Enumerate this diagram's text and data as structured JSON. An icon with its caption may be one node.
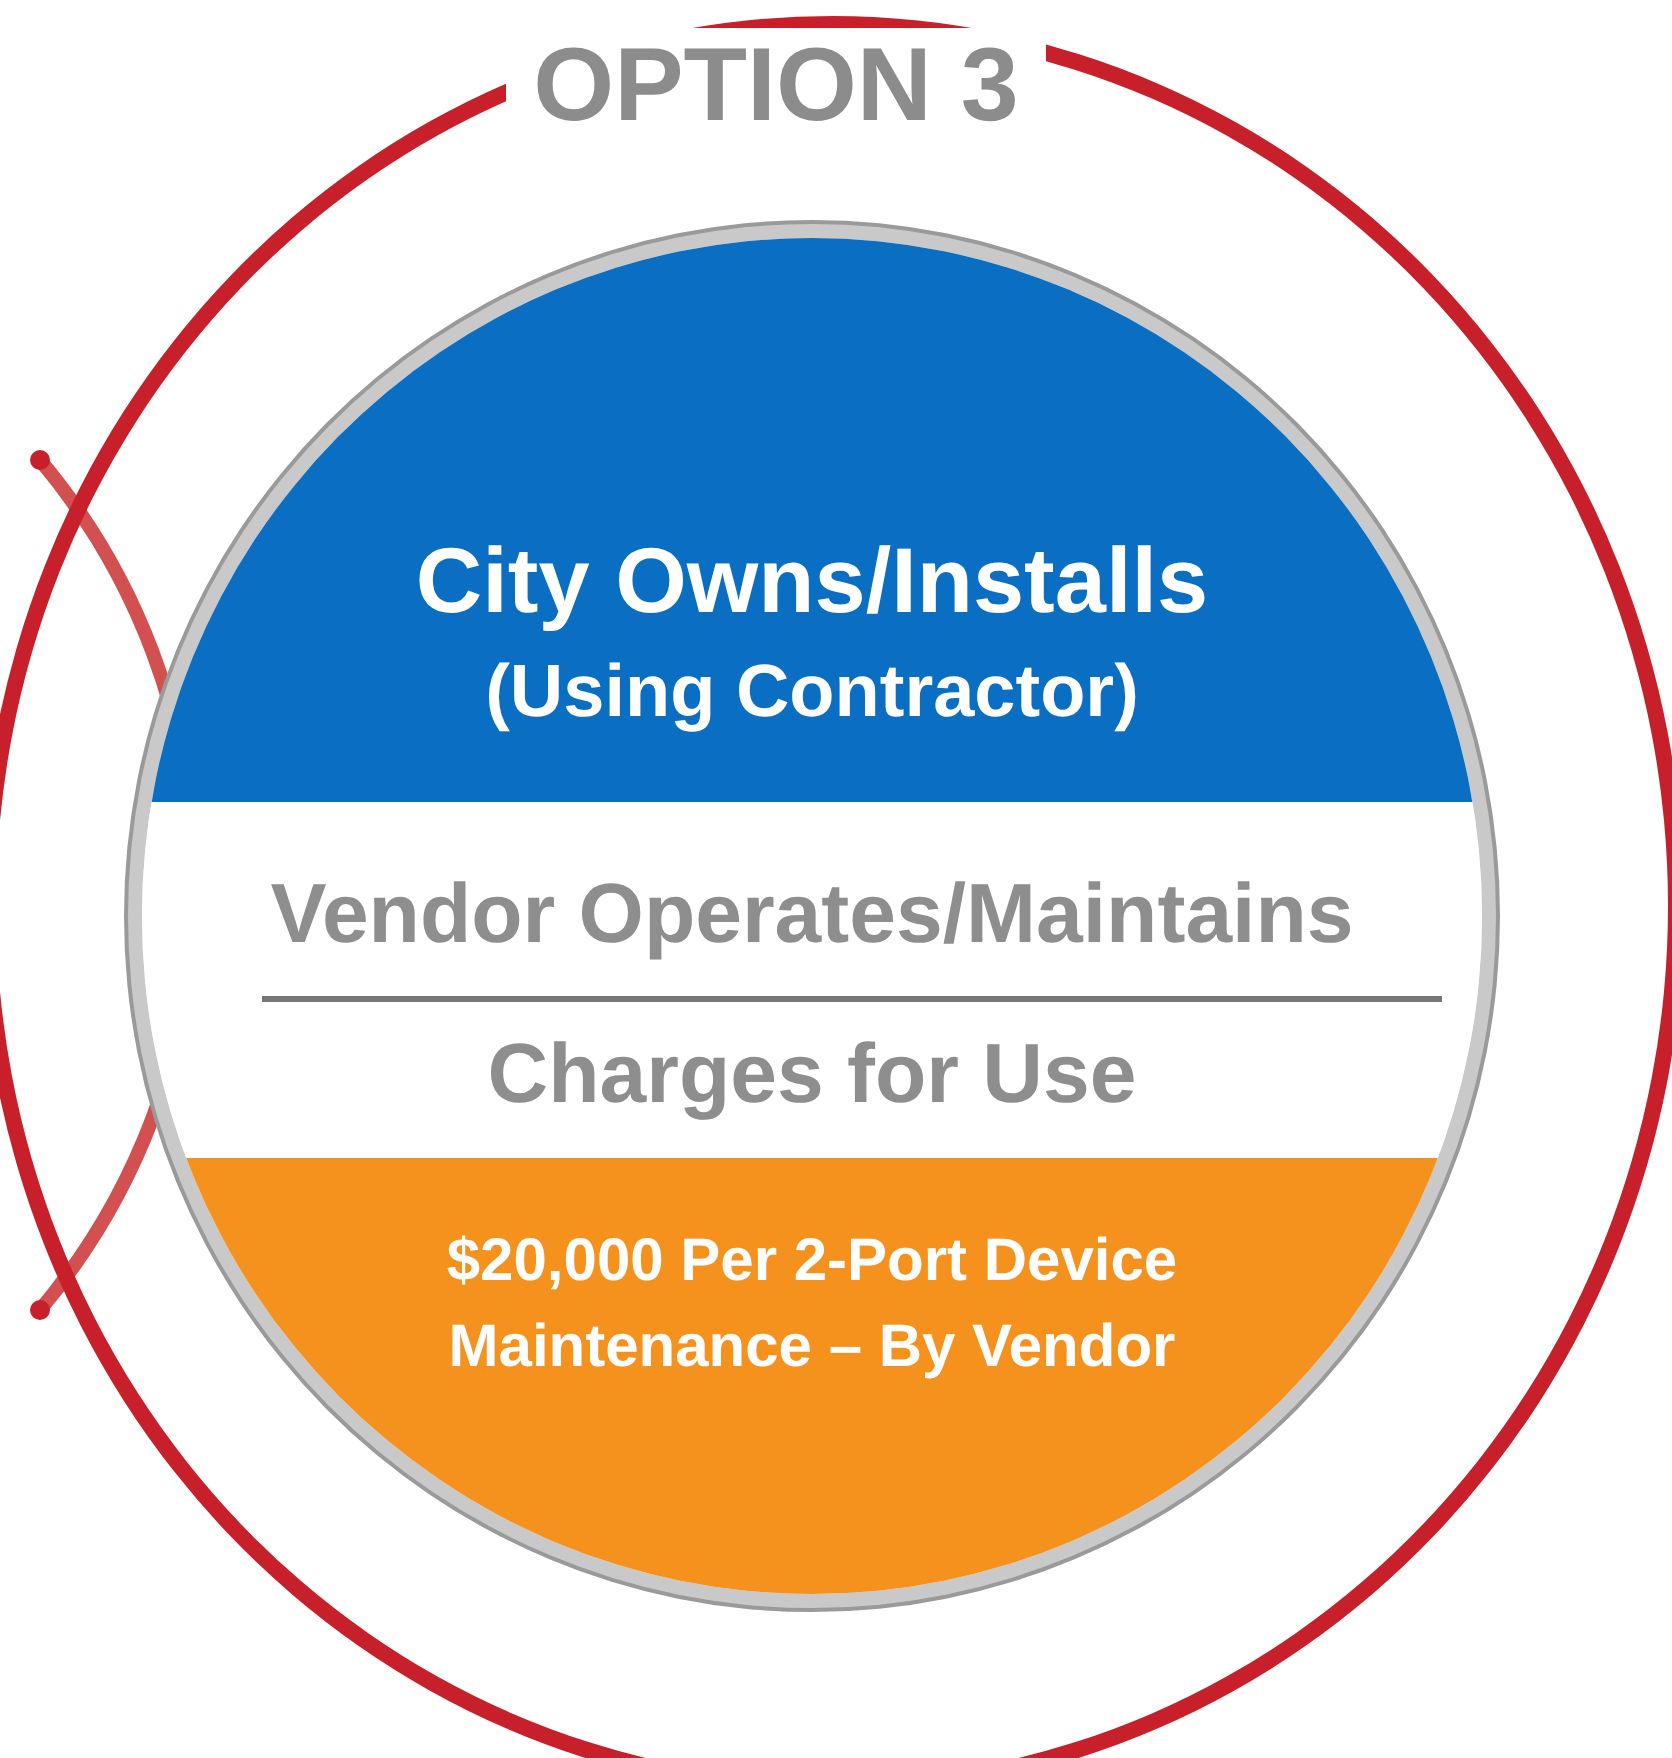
{
  "diagram": {
    "nodes": [
      {
        "text": [
          "OPTION 3"
        ]
      },
      {
        "text": [],
        "shape": "circle",
        "in": 0
      },
      {
        "text": [
          "City Owns/Installs",
          "(Using Contractor)"
        ],
        "in": 1
      },
      {
        "text": [
          "Vendor Operates/Maintains",
          "Charges for Use"
        ],
        "in": 1
      },
      {
        "text": [
          "$20,000 Per 2-Port Device Maintenance – By Vendor"
        ],
        "in": 1
      }
    ],
    "edges": []
  }
}
